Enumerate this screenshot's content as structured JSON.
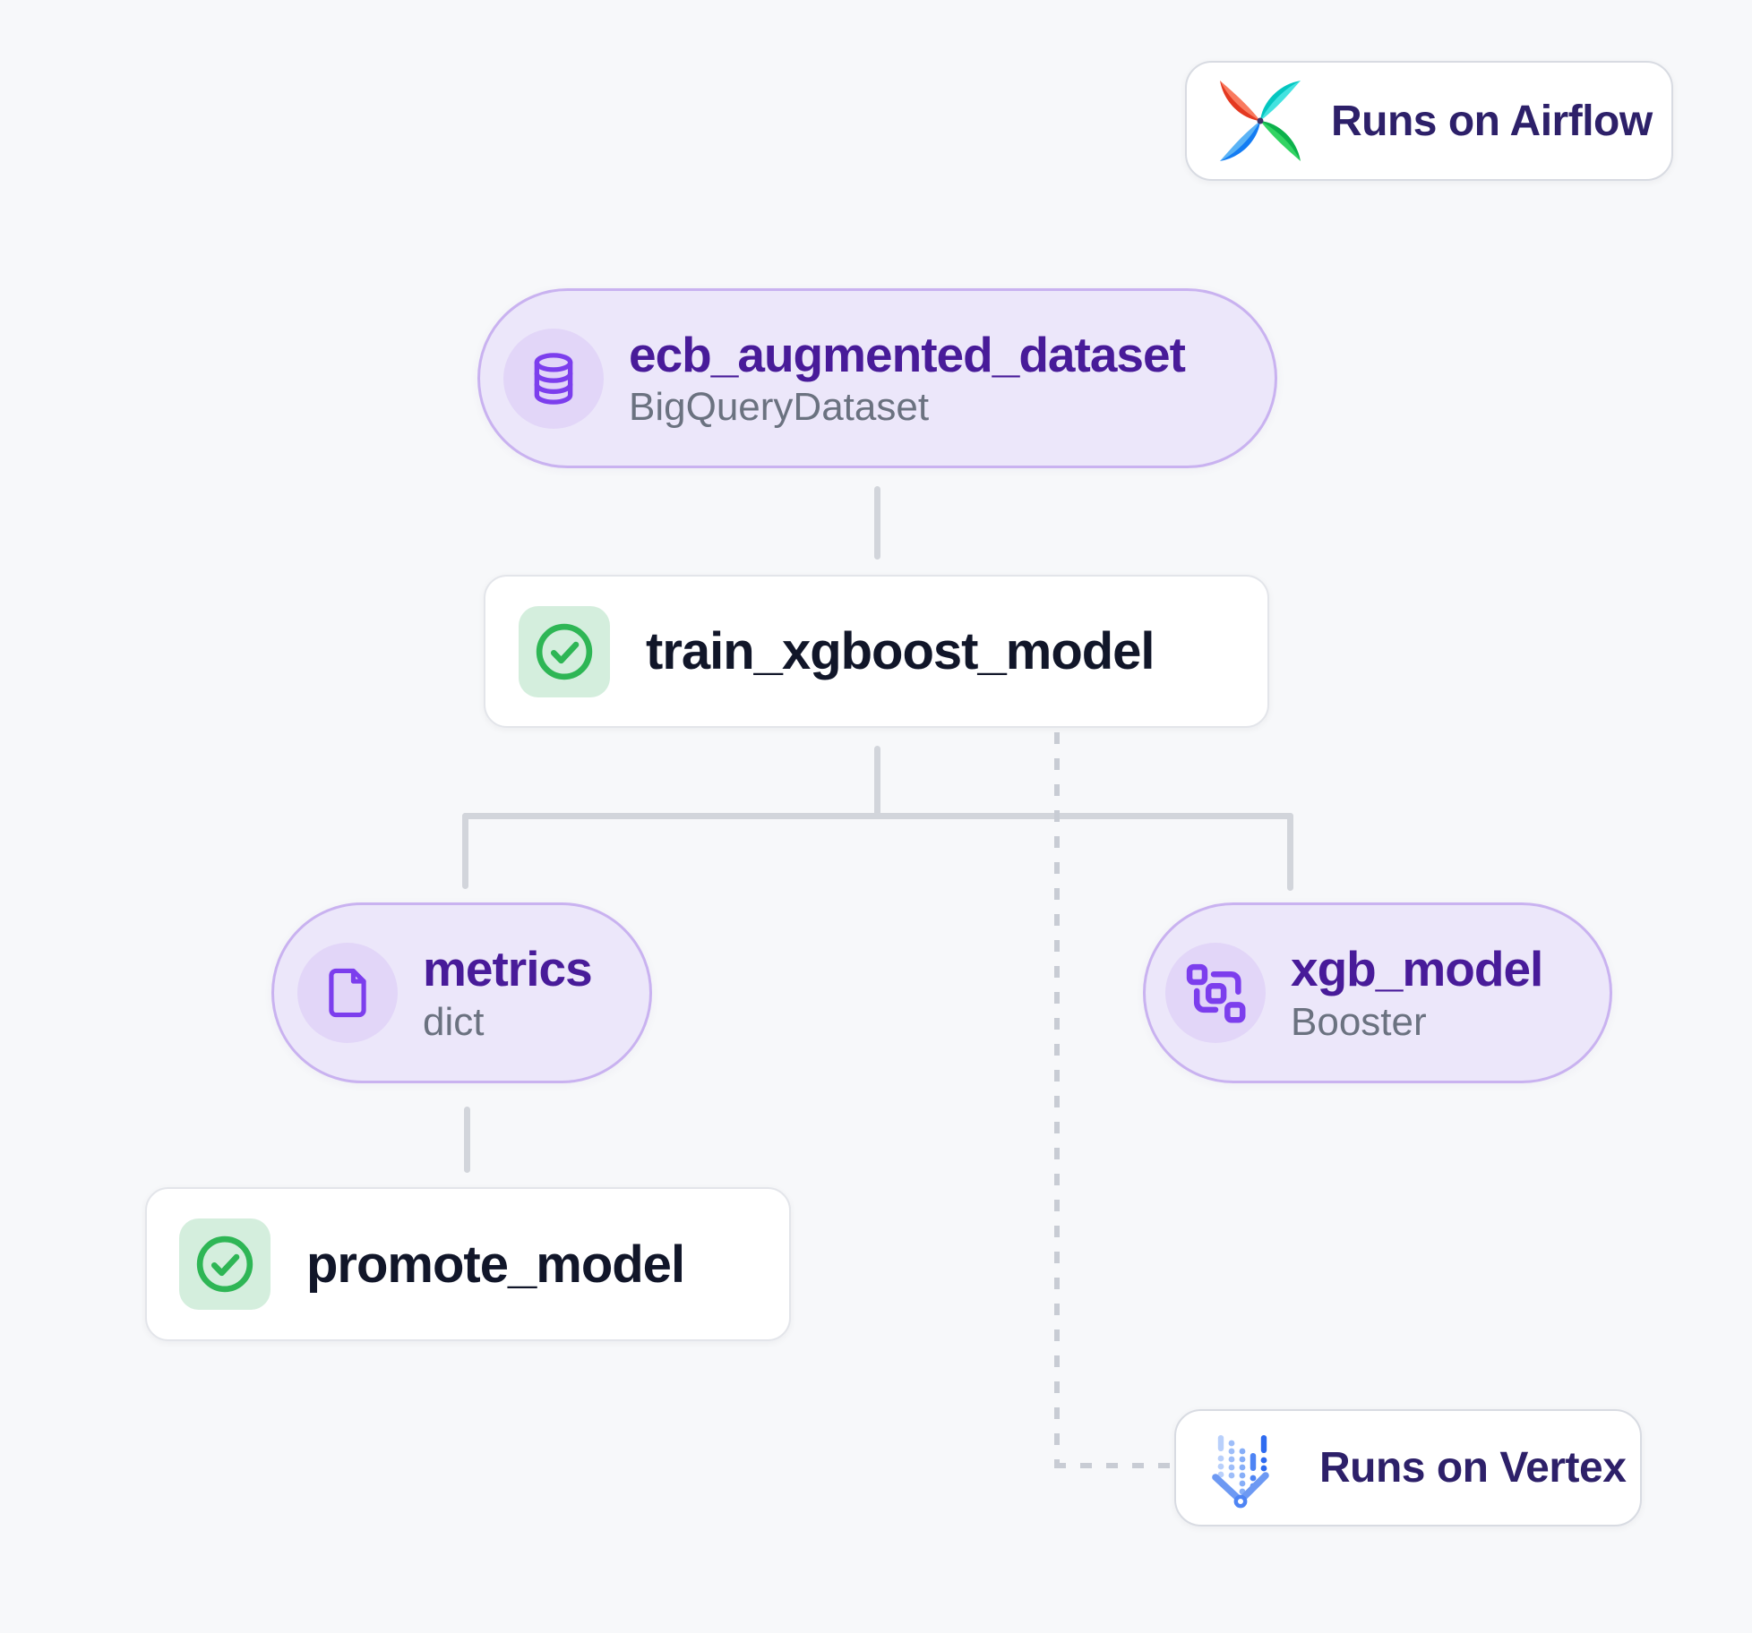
{
  "badges": {
    "airflow": {
      "label": "Runs on Airflow",
      "icon": "airflow-pinwheel-icon"
    },
    "vertex": {
      "label": "Runs on Vertex",
      "icon": "vertex-ai-icon"
    }
  },
  "nodes": {
    "dataset": {
      "title": "ecb_augmented_dataset",
      "subtitle": "BigQueryDataset",
      "icon": "database-icon"
    },
    "train": {
      "title": "train_xgboost_model",
      "status": "success",
      "icon": "check-circle-icon"
    },
    "metrics": {
      "title": "metrics",
      "subtitle": "dict",
      "icon": "file-icon"
    },
    "xgb_model": {
      "title": "xgb_model",
      "subtitle": "Booster",
      "icon": "schema-icon"
    },
    "promote": {
      "title": "promote_model",
      "status": "success",
      "icon": "check-circle-icon"
    }
  },
  "edges": [
    {
      "from": "ecb_augmented_dataset",
      "to": "train_xgboost_model",
      "style": "solid"
    },
    {
      "from": "train_xgboost_model",
      "to": "metrics",
      "style": "solid"
    },
    {
      "from": "train_xgboost_model",
      "to": "xgb_model",
      "style": "solid"
    },
    {
      "from": "metrics",
      "to": "promote_model",
      "style": "solid"
    },
    {
      "from": "train_xgboost_model",
      "to": "Runs on Vertex",
      "style": "dashed"
    }
  ],
  "colors": {
    "canvas_bg": "#f7f8fa",
    "node_bg": "#ece7fa",
    "node_border": "#c9b2f0",
    "icon_circle": "#e2d6f8",
    "accent_purple": "#7c3eed",
    "title_purple": "#481b99",
    "title_dark": "#111629",
    "subtitle_gray": "#6b7280",
    "success_green": "#2eb655",
    "success_bg": "#d4eedd",
    "line_solid": "#d2d5db",
    "line_dashed": "#c8ccd4",
    "badge_text": "#2d2069"
  }
}
